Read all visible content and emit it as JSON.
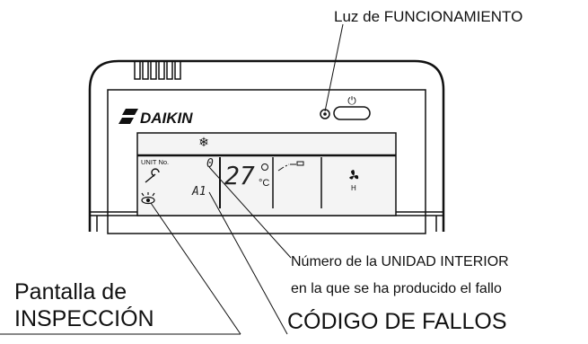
{
  "labels": {
    "operation_light": "Luz de FUNCIONAMIENTO",
    "indoor_unit_number_line1": "Número de la UNIDAD INTERIOR",
    "indoor_unit_number_line2": "en la que se ha producido el fallo",
    "inspection_display_line1": "Pantalla de",
    "inspection_display_line2": "INSPECCIÓN",
    "fault_code": "CÓDIGO DE FALLOS"
  },
  "remote": {
    "brand": "DAIKIN",
    "power_symbol": "⏻",
    "snowflake": "❄",
    "unit_no_label": "UNIT No.",
    "unit_number": "0",
    "fault_code_value": "A1",
    "temperature": "27",
    "temp_unit": "°C",
    "fan_speed": "H"
  },
  "icons": {
    "wrench": "wrench-icon",
    "eye": "inspection-eye-icon",
    "fan": "fan-icon",
    "power": "power-icon"
  }
}
